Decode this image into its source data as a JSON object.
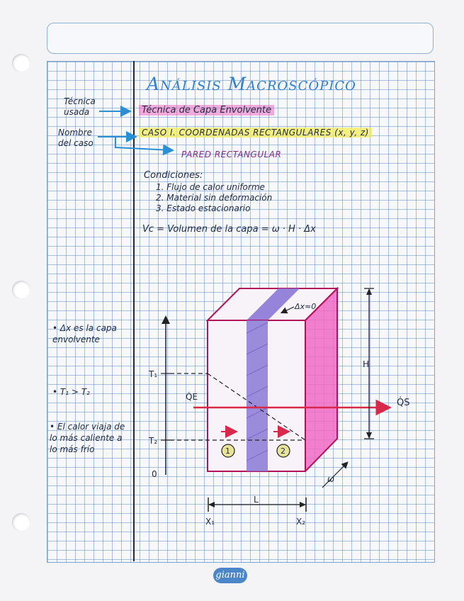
{
  "page": {
    "title": "Análisis Macroscópico",
    "brand": "gianni"
  },
  "annotations": {
    "tecnica_label": "Técnica usada",
    "tecnica_value": "Técnica de Capa Envolvente",
    "caso_label": "Nombre del caso",
    "caso_value": "CASO I. COORDENADAS RECTANGULARES (x, y, z)",
    "caso_name": "PARED RECTANGULAR"
  },
  "conditions": {
    "heading": "Condiciones:",
    "items": [
      "1. Flujo de calor uniforme",
      "2. Material sin deformación",
      "3. Estado estacionario"
    ],
    "formula": "Vc = Volumen de la capa = ω · H · Δx"
  },
  "side_notes": [
    "• Δx es la capa envolvente",
    "• T₁ > T₂",
    "• El calor viaja de lo más caliente a lo más frío"
  ],
  "diagram": {
    "dx_label": "Δx≈0",
    "H": "H",
    "T1": "T₁",
    "T2": "T₂",
    "zero": "0",
    "QE": "Q̇E",
    "QS": "Q̇S",
    "point1": "1",
    "point2": "2",
    "L": "L",
    "X1": "X₁",
    "X2": "X₂",
    "omega": "ω"
  },
  "colors": {
    "title_blue": "#2f7fd0",
    "arrow_blue": "#2b8fd6",
    "box_outline": "#b4135a",
    "layer_purple": "#8a78d6",
    "face_pink": "#f06ac6",
    "heat_arrow": "#d8294a"
  }
}
